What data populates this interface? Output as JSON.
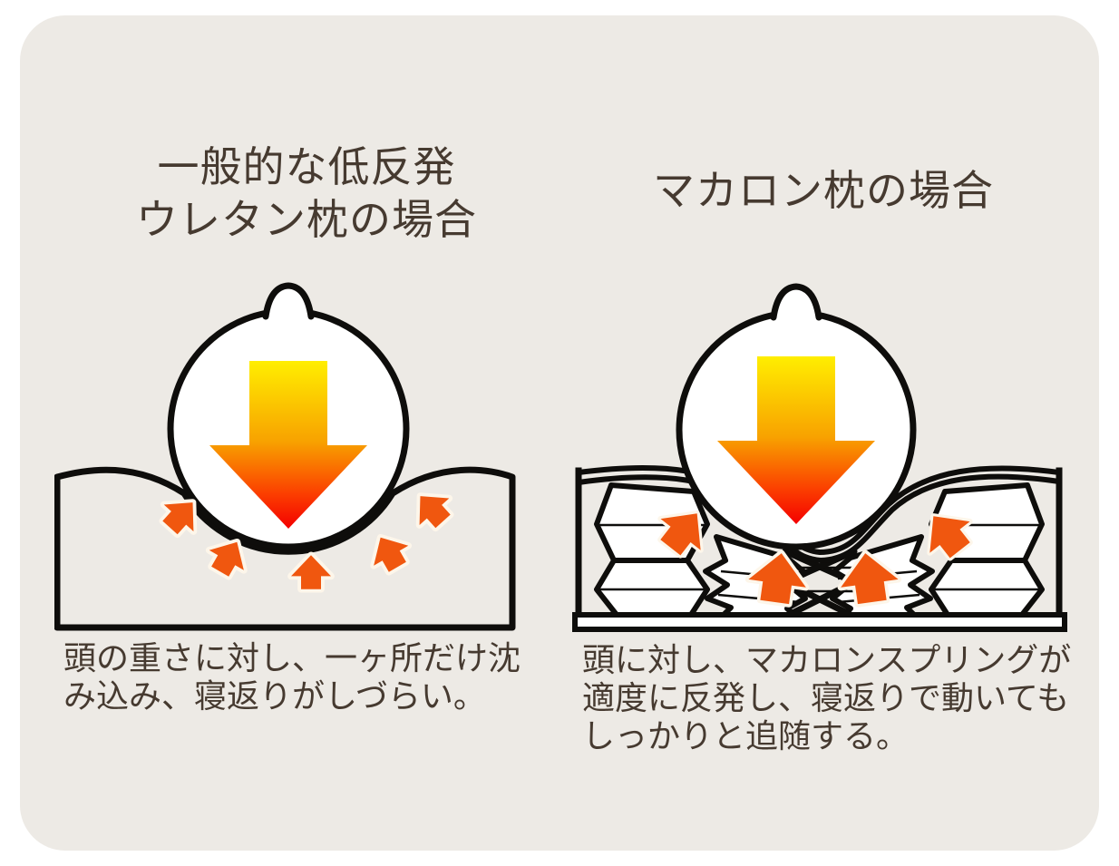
{
  "page": {
    "language": "ja",
    "kind": "pillow-comparison-infographic"
  },
  "colors": {
    "page_bg": "#FFFFFF",
    "card_bg": "#EDEAE5",
    "ink": "#463A30",
    "line": "#0E0D0B",
    "spring_fill": "#FFFFFF",
    "orange": "#F0570F",
    "cream": "#FDF6EA",
    "grad_top": "#FFEE00",
    "grad_mid": "#F8A200",
    "grad_low": "#FB3C00",
    "grad_tip": "#F40000"
  },
  "left_panel": {
    "title": "一般的な低反発ウレタン枕の場合",
    "title_lines": [
      "一般的な低反発",
      "ウレタン枕の場合"
    ],
    "caption": "頭の重さに対し、一ヶ所だけ沈み込み、寝返りがしづらい。",
    "caption_lines": [
      "頭の重さに対し、一ヶ所だけ沈",
      "み込み、寝返りがしづらい。"
    ],
    "illustration": {
      "head_icon": "head-circle-with-nose",
      "weight_arrow_icon": "downward-gradient-arrow",
      "reaction_arrow_count": 5
    }
  },
  "right_panel": {
    "title": "マカロン枕の場合",
    "title_lines": [
      "マカロン枕の場合"
    ],
    "caption": "頭に対し、マカロンスプリングが適度に反発し、寝返りで動いてもしっかりと追随する。",
    "caption_lines": [
      "頭に対し、マカロンスプリングが",
      "適度に反発し、寝返りで動いても",
      "しっかりと追随する。"
    ],
    "illustration": {
      "head_icon": "head-circle-with-nose",
      "weight_arrow_icon": "downward-gradient-arrow",
      "reaction_arrow_count": 4,
      "spring_column_count": 4
    }
  }
}
